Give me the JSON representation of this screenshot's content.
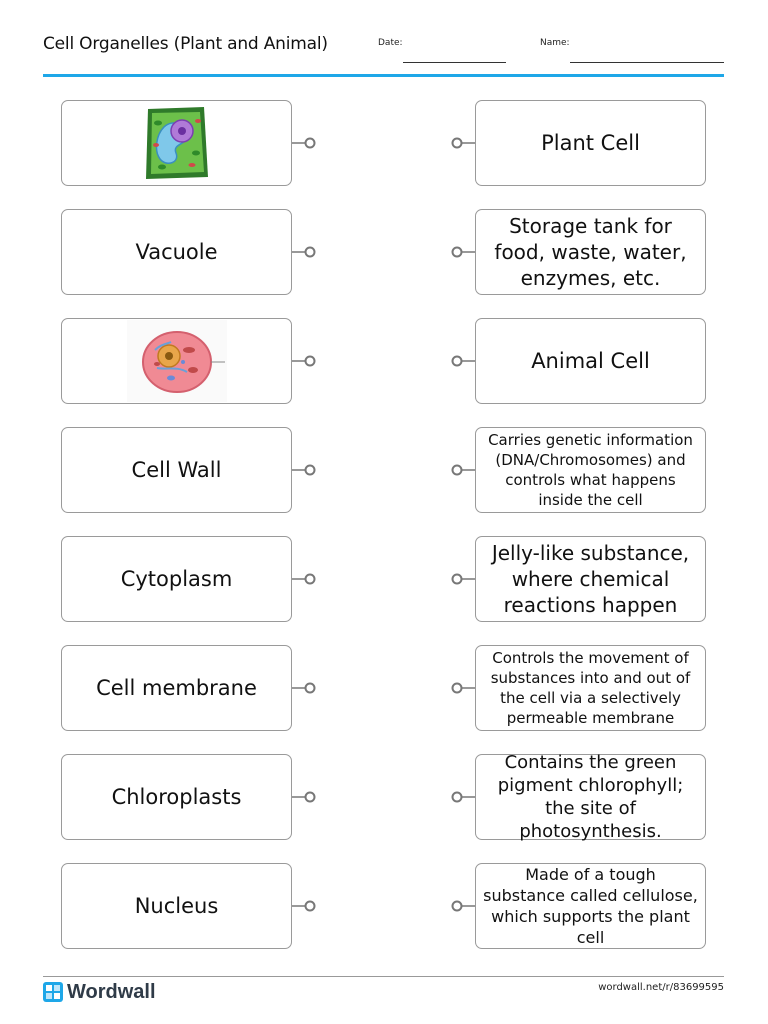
{
  "header": {
    "title": "Cell Organelles (Plant and Animal)",
    "date_label": "Date:",
    "name_label": "Name:"
  },
  "rows": [
    {
      "left": {
        "type": "image",
        "image": "plant-cell-illustration"
      },
      "right": "Plant Cell"
    },
    {
      "left": {
        "type": "text",
        "text": "Vacuole"
      },
      "right": "Storage tank for food, waste, water, enzymes, etc."
    },
    {
      "left": {
        "type": "image",
        "image": "animal-cell-illustration"
      },
      "right": "Animal Cell"
    },
    {
      "left": {
        "type": "text",
        "text": "Cell Wall"
      },
      "right": "Carries genetic information (DNA/Chromosomes) and controls what happens inside the cell"
    },
    {
      "left": {
        "type": "text",
        "text": "Cytoplasm"
      },
      "right": "Jelly-like substance, where chemical reactions happen"
    },
    {
      "left": {
        "type": "text",
        "text": "Cell membrane"
      },
      "right": "Controls the movement of substances into and out of the cell via a selectively permeable membrane"
    },
    {
      "left": {
        "type": "text",
        "text": "Chloroplasts"
      },
      "right": "Contains the green pigment chlorophyll; the site of photosynthesis."
    },
    {
      "left": {
        "type": "text",
        "text": "Nucleus"
      },
      "right": "Made of a tough substance called cellulose, which supports the plant cell"
    }
  ],
  "footer": {
    "logo_text": "Wordwall",
    "url": "wordwall.net/r/83699595"
  },
  "colors": {
    "accent_rule": "#1ea7e8",
    "box_border": "#9a9a9a",
    "connector": "#777777",
    "logo_icon": "#1ea7e8"
  }
}
